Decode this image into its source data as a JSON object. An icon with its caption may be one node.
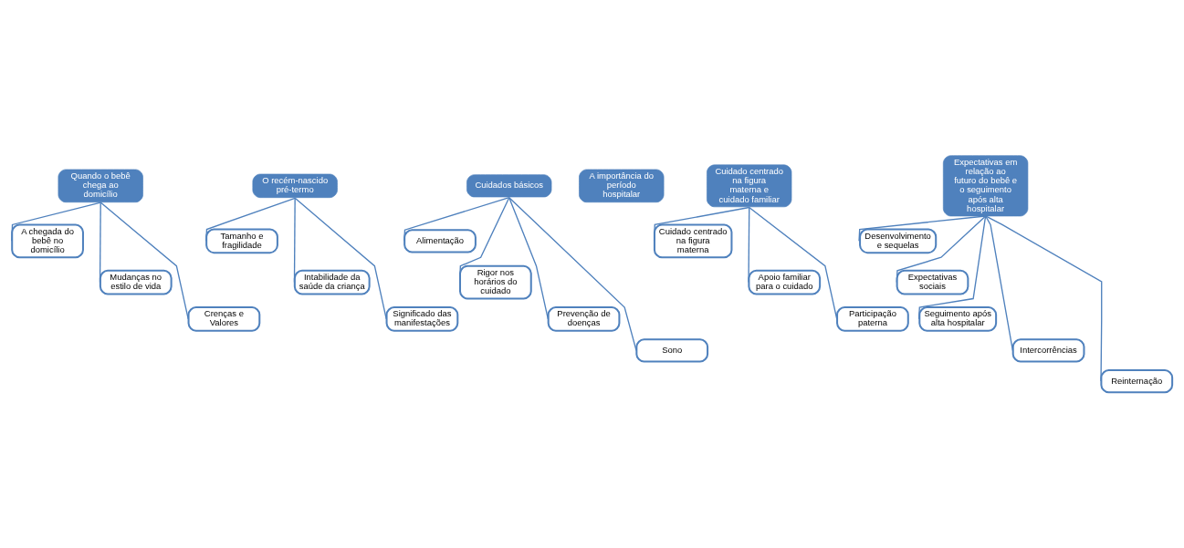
{
  "diagram": {
    "nodes": [
      {
        "text": [
          "Quando o bebê chega ao domicílio"
        ]
      },
      {
        "text": [
          "A chegada do bebê no domicílio"
        ]
      },
      {
        "text": [
          "Mudanças no estilo de vida"
        ]
      },
      {
        "text": [
          "Crenças e Valores"
        ]
      },
      {
        "text": [
          "O recém-nascido pré-termo"
        ]
      },
      {
        "text": [
          "Tamanho e fragilidade"
        ]
      },
      {
        "text": [
          "Intabilidade da saúde da criança"
        ]
      },
      {
        "text": [
          "Significado das manifestações"
        ]
      },
      {
        "text": [
          "Cuidados básicos"
        ]
      },
      {
        "text": [
          "Alimentação"
        ]
      },
      {
        "text": [
          "Rigor nos horários do cuidado"
        ]
      },
      {
        "text": [
          "Prevenção de doenças"
        ]
      },
      {
        "text": [
          "Sono"
        ]
      },
      {
        "text": [
          "A importância do período hospitalar"
        ]
      },
      {
        "text": [
          "Cuidado centrado na figura materna e cuidado familiar"
        ]
      },
      {
        "text": [
          "Cuidado centrado na figura materna"
        ]
      },
      {
        "text": [
          "Apoio familiar para o cuidado"
        ]
      },
      {
        "text": [
          "Participação paterna"
        ]
      },
      {
        "text": [
          "Expectativas em relação ao futuro do bebê e o seguimento após alta hospitalar"
        ]
      },
      {
        "text": [
          "Desenvolvimento e sequelas"
        ]
      },
      {
        "text": [
          "Expectativas sociais"
        ]
      },
      {
        "text": [
          "Seguimento após alta hospitalar"
        ]
      },
      {
        "text": [
          "Intercorrências"
        ]
      },
      {
        "text": [
          "Reinternação"
        ]
      }
    ],
    "edges": [
      {
        "from": 0,
        "to": 1,
        "arrow": "none"
      },
      {
        "from": 0,
        "to": 2,
        "arrow": "none"
      },
      {
        "from": 0,
        "to": 3,
        "arrow": "none"
      },
      {
        "from": 4,
        "to": 5,
        "arrow": "none"
      },
      {
        "from": 4,
        "to": 6,
        "arrow": "none"
      },
      {
        "from": 4,
        "to": 7,
        "arrow": "none"
      },
      {
        "from": 8,
        "to": 9,
        "arrow": "none"
      },
      {
        "from": 8,
        "to": 10,
        "arrow": "none"
      },
      {
        "from": 8,
        "to": 11,
        "arrow": "none"
      },
      {
        "from": 8,
        "to": 12,
        "arrow": "none"
      },
      {
        "from": 14,
        "to": 15,
        "arrow": "none"
      },
      {
        "from": 14,
        "to": 16,
        "arrow": "none"
      },
      {
        "from": 14,
        "to": 17,
        "arrow": "none"
      },
      {
        "from": 18,
        "to": 19,
        "arrow": "none"
      },
      {
        "from": 18,
        "to": 20,
        "arrow": "none"
      },
      {
        "from": 18,
        "to": 21,
        "arrow": "none"
      },
      {
        "from": 18,
        "to": 22,
        "arrow": "none"
      },
      {
        "from": 18,
        "to": 23,
        "arrow": "none"
      }
    ]
  }
}
